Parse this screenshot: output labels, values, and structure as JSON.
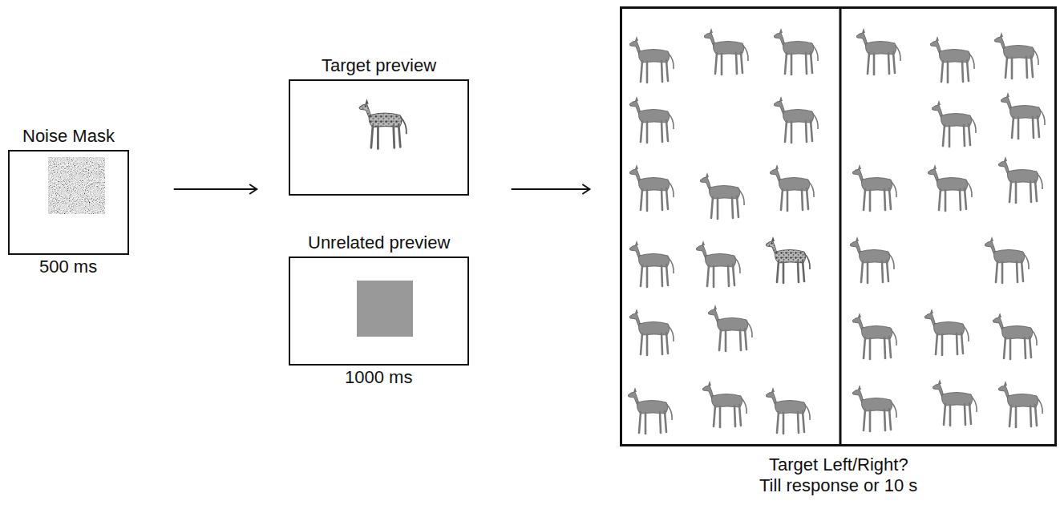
{
  "diagram": {
    "nodes": [
      {
        "text": [
          "Noise Mask",
          "500 ms"
        ]
      },
      {
        "text": [
          "Target preview"
        ]
      },
      {
        "text": [
          "Unrelated preview",
          "1000 ms"
        ]
      },
      {
        "text": [
          "Target Left/Right?",
          "Till response or 10 s"
        ]
      }
    ],
    "edges": [
      {
        "from": 0,
        "to": 1,
        "arrow": "to"
      },
      {
        "from": 1,
        "to": 3,
        "arrow": "to"
      }
    ]
  }
}
